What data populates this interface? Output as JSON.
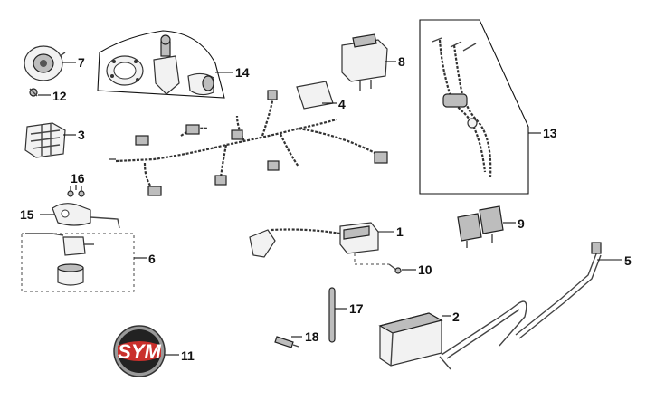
{
  "labels": {
    "p1": "1",
    "p2": "2",
    "p3": "3",
    "p4": "4",
    "p5": "5",
    "p6": "6",
    "p7": "7",
    "p8": "8",
    "p9": "9",
    "p10": "10",
    "p11": "11",
    "p12": "12",
    "p13": "13",
    "p14": "14",
    "p15": "15",
    "p16": "16",
    "p17": "17",
    "p18": "18"
  },
  "logo": {
    "text": "SYM"
  }
}
